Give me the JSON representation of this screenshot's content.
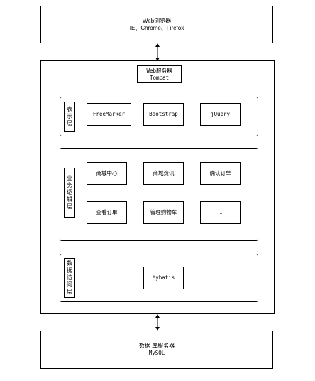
{
  "browser": {
    "title": "Web浏览器",
    "subtitle": "IE、Chrome、Firefox"
  },
  "web_server": {
    "title": "Web服务器",
    "subtitle": "Tomcat"
  },
  "layers": {
    "presentation": {
      "label": "表示层",
      "items": [
        "FreeMarker",
        "Bootstrap",
        "jQuery"
      ]
    },
    "business": {
      "label": "业务逻辑层",
      "items": [
        "商城中心",
        "商城资讯",
        "确认订单",
        "查看订单",
        "管理购物车",
        "..."
      ]
    },
    "data_access": {
      "label": "数据访问层",
      "items": [
        "Mybatis"
      ]
    }
  },
  "db_server": {
    "title": "数据 库服务器",
    "subtitle": "MySQL"
  }
}
